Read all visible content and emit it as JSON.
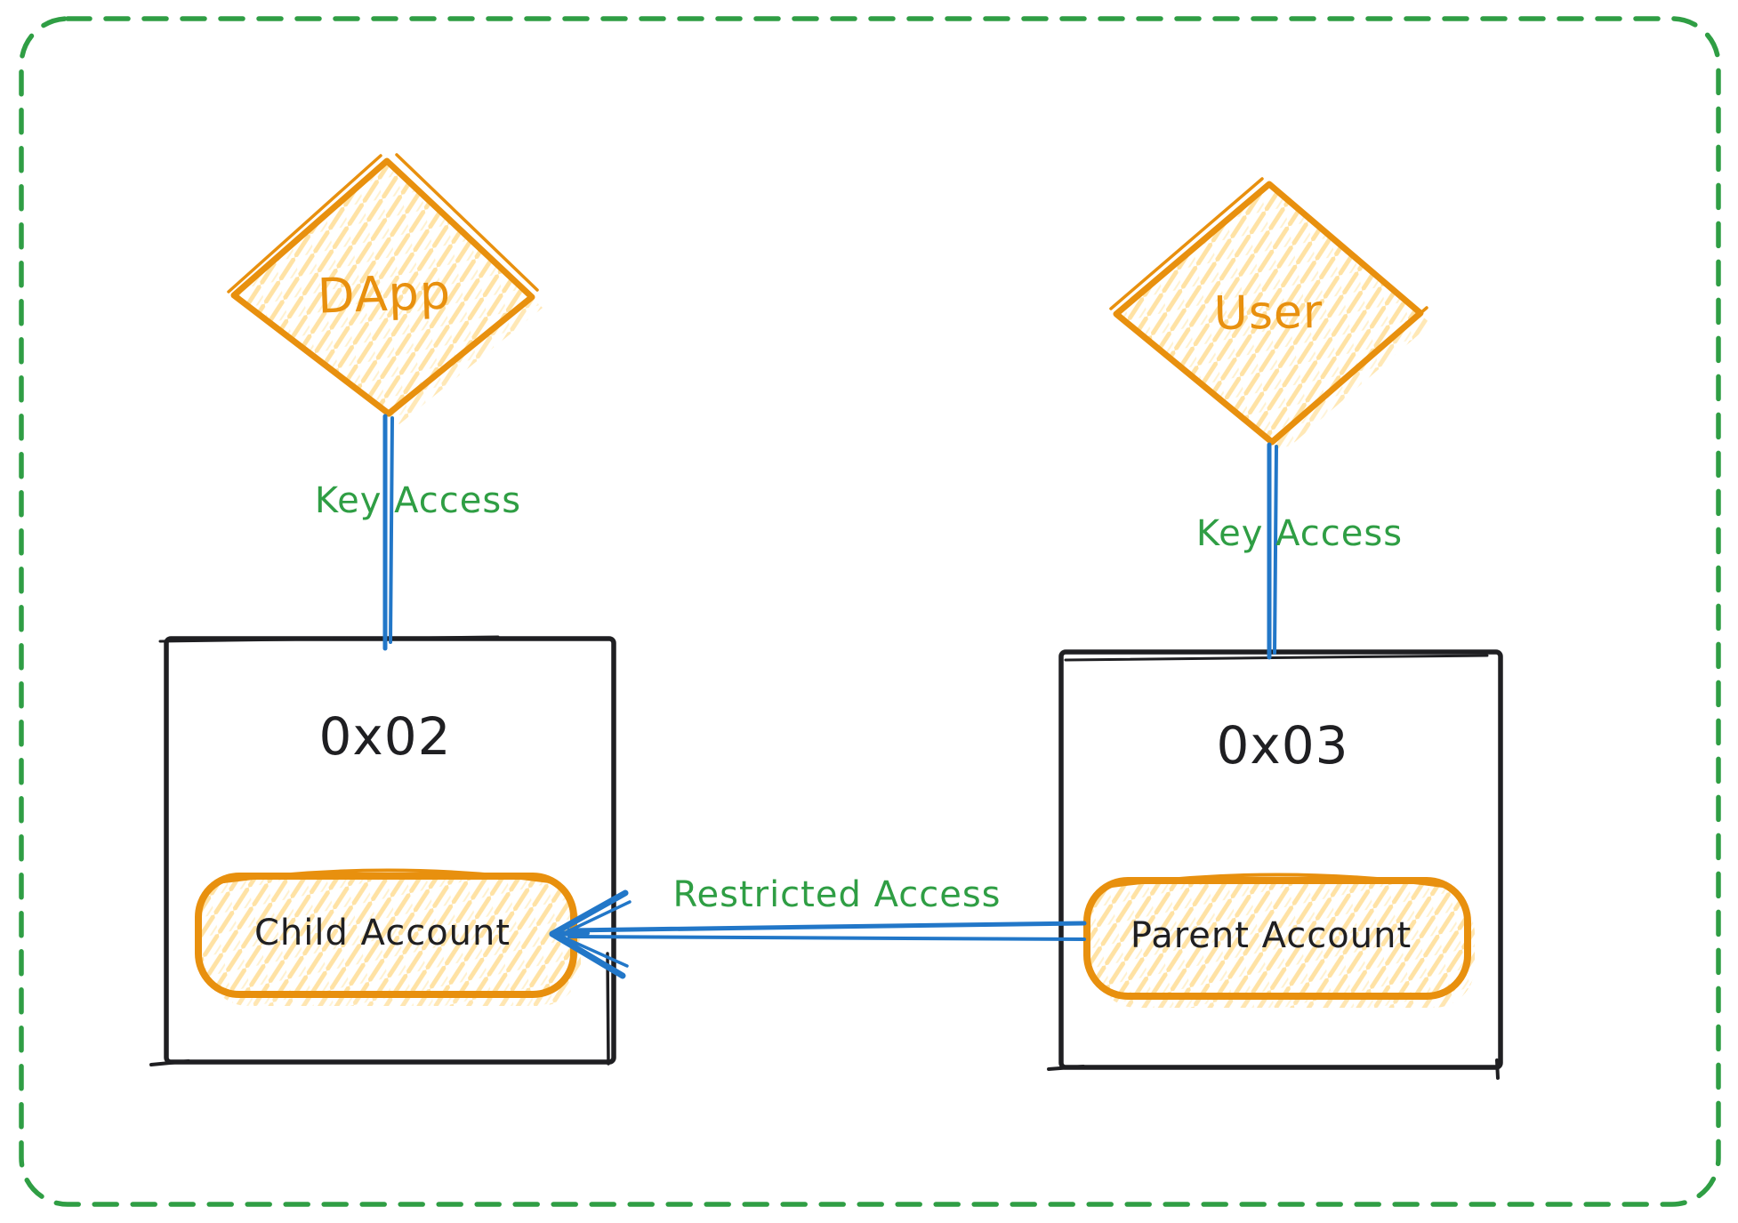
{
  "diagram": {
    "type": "sketch-flow-diagram",
    "palette": {
      "orange": "#e8900e",
      "orange_hatch_fill": "#ffe2a4",
      "green": "#2f9e44",
      "blue": "#2277c8",
      "ink": "#1f1f22",
      "background": "#ffffff"
    },
    "nodes": {
      "dapp": {
        "label": "DApp",
        "shape": "diamond"
      },
      "user": {
        "label": "User",
        "shape": "diamond"
      },
      "wallet_left": {
        "label": "0x02",
        "shape": "rectangle"
      },
      "wallet_right": {
        "label": "0x03",
        "shape": "rectangle"
      },
      "child_account": {
        "label": "Child Account",
        "shape": "pill"
      },
      "parent_account": {
        "label": "Parent Account",
        "shape": "pill"
      }
    },
    "edges": {
      "dapp_key_access": {
        "label": "Key Access",
        "from": "DApp",
        "to": "0x02"
      },
      "user_key_access": {
        "label": "Key Access",
        "from": "User",
        "to": "0x03"
      },
      "restricted_access": {
        "label": "Restricted Access",
        "from": "Parent Account",
        "to": "Child Account",
        "direction": "right-to-left"
      }
    }
  }
}
